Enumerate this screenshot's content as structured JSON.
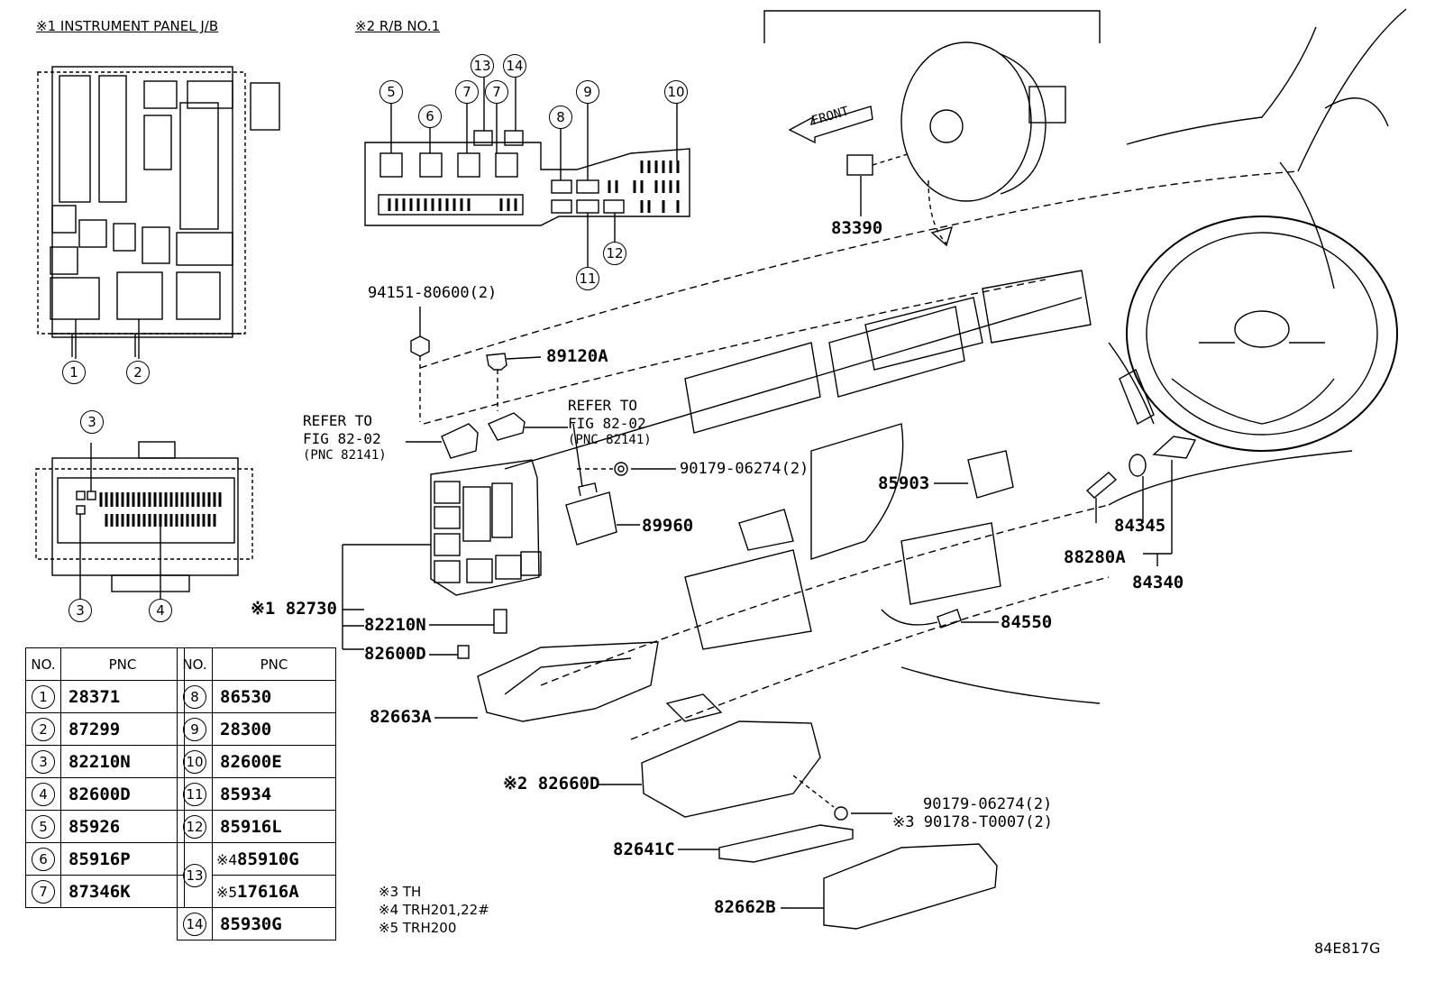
{
  "headers": {
    "instrument_panel": "※1 INSTRUMENT PANEL J/B",
    "relay_block": "※2  R/B NO.1"
  },
  "callouts": {
    "c1": "1",
    "c2": "2",
    "c3": "3",
    "c4": "4",
    "c5": "5",
    "c6": "6",
    "c7": "7",
    "c8": "8",
    "c9": "9",
    "c10": "10",
    "c11": "11",
    "c12": "12",
    "c13": "13",
    "c14": "14"
  },
  "part_labels": {
    "p83390": "83390",
    "p94151": "94151-80600(2)",
    "p89120a": "89120A",
    "refer_to_1": "REFER TO",
    "fig_1": "FIG 82-02",
    "pnc_1": "(PNC 82141)",
    "refer_to_2": "REFER TO",
    "fig_2": "FIG 82-02",
    "pnc_2": "(PNC 82141)",
    "p90179_a": "90179-06274(2)",
    "p89960": "89960",
    "p85903": "85903",
    "p84345": "84345",
    "p88280a": "88280A",
    "p84340": "84340",
    "p82730": "※1 82730",
    "p82210n": "82210N",
    "p82600d": "82600D",
    "p84550": "84550",
    "p82663a": "82663A",
    "p82660d": "※2 82660D",
    "p90179_b": "90179-06274(2)",
    "p90178": "※3 90178-T0007(2)",
    "p82641c": "82641C",
    "p82662b": "82662B",
    "front": "FRONT"
  },
  "table": {
    "h_no": "NO.",
    "h_pnc": "PNC",
    "left": [
      {
        "no": "1",
        "pnc": "28371"
      },
      {
        "no": "2",
        "pnc": "87299"
      },
      {
        "no": "3",
        "pnc": "82210N"
      },
      {
        "no": "4",
        "pnc": "82600D"
      },
      {
        "no": "5",
        "pnc": "85926"
      },
      {
        "no": "6",
        "pnc": "85916P"
      },
      {
        "no": "7",
        "pnc": "87346K"
      }
    ],
    "right": [
      {
        "no": "8",
        "pnc": "86530"
      },
      {
        "no": "9",
        "pnc": "28300"
      },
      {
        "no": "10",
        "pnc": "82600E"
      },
      {
        "no": "11",
        "pnc": "85934"
      },
      {
        "no": "12",
        "pnc": "85916L"
      },
      {
        "no": "13",
        "pnc_a_mark": "※4",
        "pnc_a": "85910G",
        "pnc_b_mark": "※5",
        "pnc_b": "17616A"
      },
      {
        "no": "14",
        "pnc": "85930G"
      }
    ]
  },
  "notes": {
    "n3": "※3 TH",
    "n4": "※4 TRH201,22#",
    "n5": "※5 TRH200"
  },
  "figure_code": "84E817G"
}
